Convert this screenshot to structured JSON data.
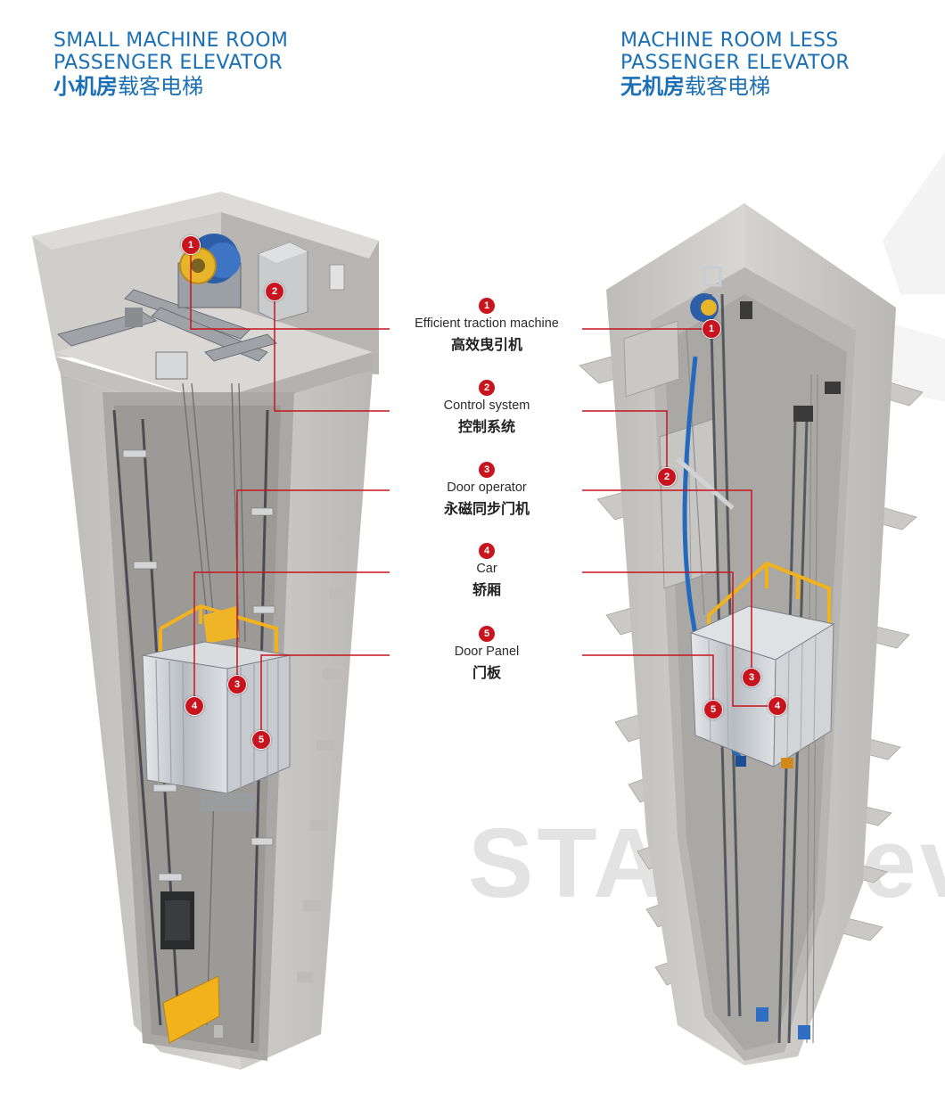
{
  "left_title": {
    "en_line1": "SMALL MACHINE ROOM",
    "en_line2": "PASSENGER ELEVATOR",
    "zh_bold": "小机房",
    "zh_rest": "载客电梯"
  },
  "right_title": {
    "en_line1": "MACHINE ROOM LESS",
    "en_line2": "PASSENGER ELEVATOR",
    "zh_bold": "无机房",
    "zh_rest": "载客电梯"
  },
  "legend": [
    {
      "num": "1",
      "en": "Efficient traction machine",
      "zh": "高效曳引机"
    },
    {
      "num": "2",
      "en": "Control system",
      "zh": "控制系统"
    },
    {
      "num": "3",
      "en": "Door operator",
      "zh": "永磁同步门机"
    },
    {
      "num": "4",
      "en": "Car",
      "zh": "轿厢"
    },
    {
      "num": "5",
      "en": "Door Panel",
      "zh": "门板"
    }
  ],
  "watermark": "STAR elev",
  "colors": {
    "title_blue": "#1a6fb5",
    "marker_red": "#c8141e",
    "leader_red": "#c8141e",
    "shaft_gray": "#c9c8c4",
    "guard_yellow": "#f2b21c"
  }
}
